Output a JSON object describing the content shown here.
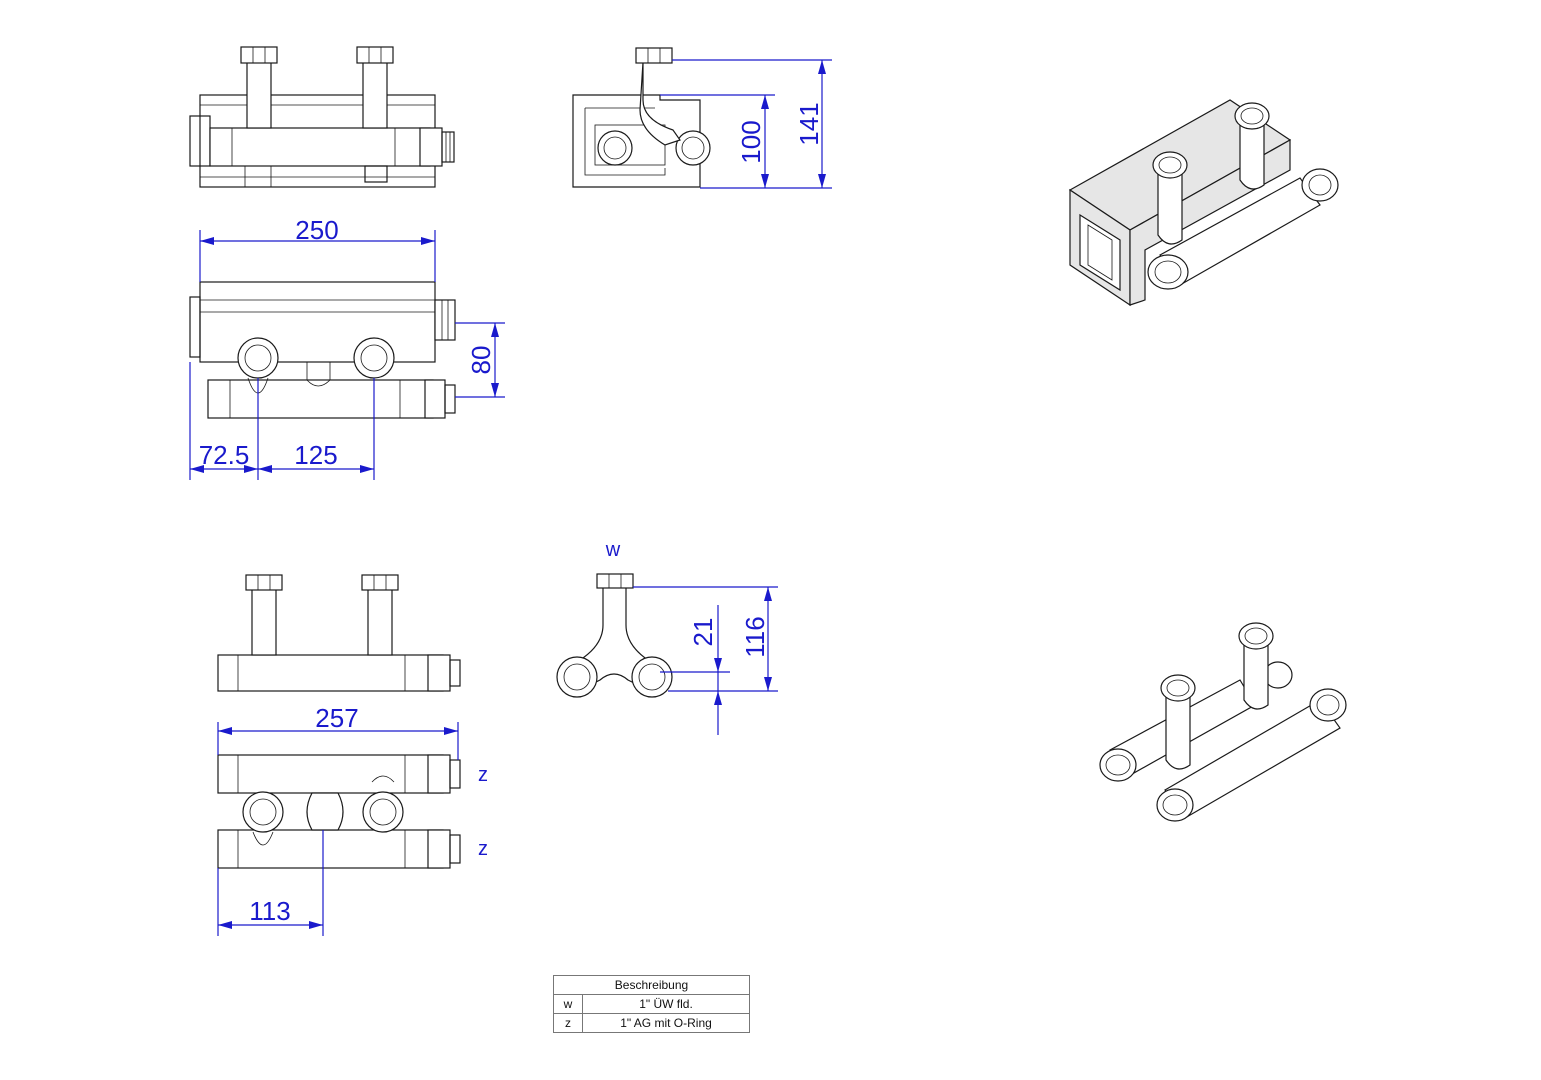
{
  "dimensions": {
    "top_front_width": "250",
    "top_front_height": "80",
    "top_front_offset_left": "72.5",
    "top_front_spacing": "125",
    "top_side_outer": "141",
    "top_side_inner": "100",
    "bottom_front_width": "257",
    "bottom_front_spacing": "113",
    "bottom_side_height": "116",
    "bottom_side_offset": "21"
  },
  "labels": {
    "w": "w",
    "z_upper": "z",
    "z_lower": "z"
  },
  "legend": {
    "header": "Beschreibung",
    "rows": [
      {
        "key": "w",
        "value": "1\" ÜW fld."
      },
      {
        "key": "z",
        "value": "1\" AG mit O-Ring"
      }
    ]
  },
  "colors": {
    "dimension": "#1a1acc",
    "line": "#1a1a1a"
  }
}
